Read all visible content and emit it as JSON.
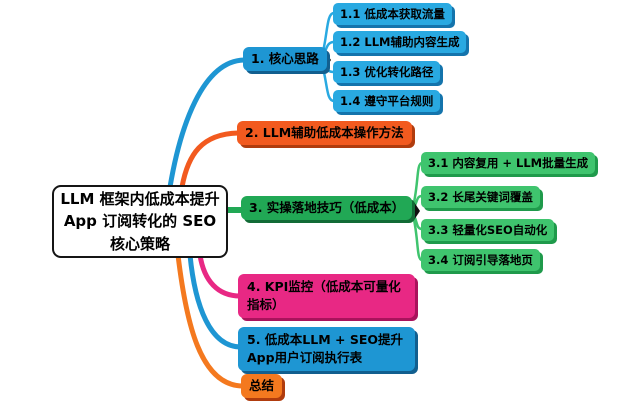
{
  "colors": {
    "bg": "#ffffff",
    "branch-blue": "#1E96D3",
    "branch-blue-shadow": "#125F8F",
    "sub-blue": "#29A9E1",
    "sub-blue-shadow": "#1474AC",
    "orange": "#F25A1F",
    "orange-shadow": "#B03C0E",
    "zongjie-orange": "#F4791F",
    "green": "#21A855",
    "green-shadow": "#126B36",
    "sub-green": "#3FC46E",
    "sub-green-shadow": "#1F9A4B",
    "magenta": "#E82884",
    "magenta-shadow": "#A9135C",
    "node-text": "#000000",
    "central-bg": "#FFFFFF",
    "central-border": "#151515"
  },
  "central": {
    "label": "LLM 框架内低成本提升 App 订阅转化的 SEO 核心策略"
  },
  "branches": [
    {
      "label": "1. 核心思路",
      "children": [
        {
          "label": "1.1 低成本获取流量"
        },
        {
          "label": "1.2 LLM辅助内容生成"
        },
        {
          "label": "1.3 优化转化路径"
        },
        {
          "label": "1.4 遵守平台规则"
        }
      ]
    },
    {
      "label": "2. LLM辅助低成本操作方法",
      "children": []
    },
    {
      "label": "3. 实操落地技巧（低成本）",
      "children": [
        {
          "label": "3.1 内容复用 + LLM批量生成"
        },
        {
          "label": "3.2 长尾关键词覆盖"
        },
        {
          "label": "3.3 轻量化SEO自动化"
        },
        {
          "label": "3.4 订阅引导落地页"
        }
      ]
    },
    {
      "label": "4. KPI监控（低成本可量化指标）",
      "children": []
    },
    {
      "label": "5. 低成本LLM + SEO提升App用户订阅执行表",
      "children": []
    },
    {
      "label": "总结",
      "children": []
    }
  ]
}
